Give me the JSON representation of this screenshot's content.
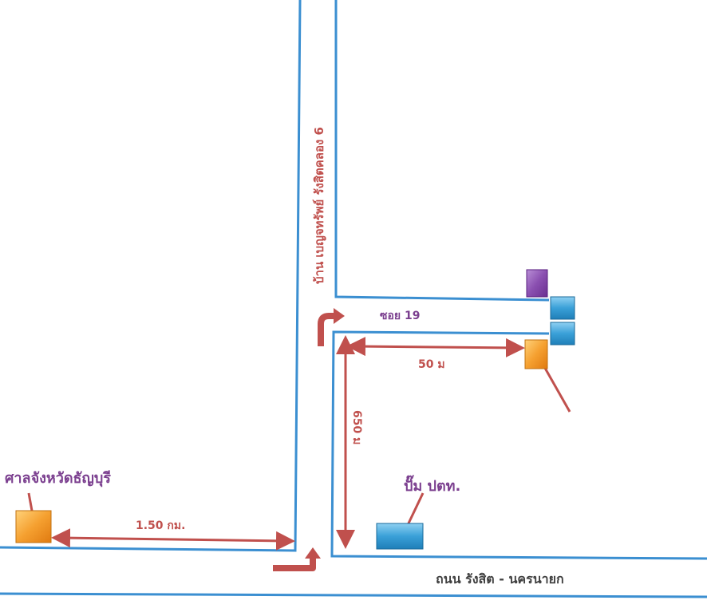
{
  "map": {
    "village_label": "บ้าน เบญจทรัพย์ รังสิตคลอง 6",
    "soi_label": "ซอย 19",
    "dist_50": "50 ม",
    "dist_650": "650 ม",
    "dist_150": "1.50 กม.",
    "court_label": "ศาลจังหวัดธัญบุรี",
    "gas_label": "ปั๊ม ปตท.",
    "road_label": "ถนน รังสิต - นครนายก"
  },
  "colors": {
    "road": "#3b8fd1",
    "arrow": "#c0504d",
    "orange": "#f5a030",
    "blue": "#3aa0d8",
    "purple": "#8a4fb0"
  }
}
